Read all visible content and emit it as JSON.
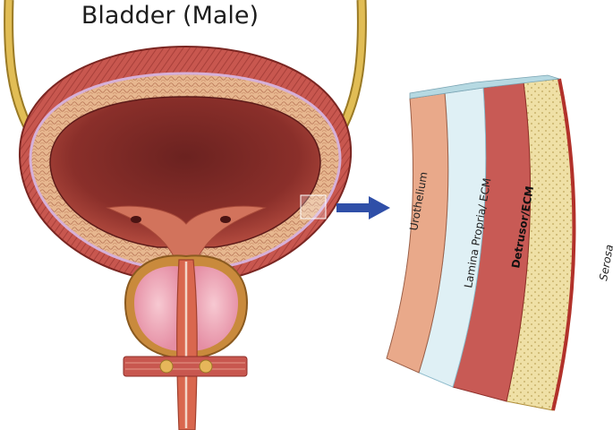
{
  "title": "Bladder (Male)",
  "layers": {
    "urothelium": "Urothelium",
    "lamina_propria": "Lamina Propria/ ECM",
    "detrusor": "Detrusor/ECM",
    "serosa": "Serosa"
  },
  "colors": {
    "muscle": "#c8574f",
    "muscle_dark": "#8e2f2a",
    "lumen": "#8a2f2a",
    "mucosa": "#e9a98a",
    "lamina": "#dff0f5",
    "serosa": "#efe0a6",
    "ureter": "#d8b24a",
    "prostate": "#f2b0c0",
    "arrow": "#2f4fa8"
  }
}
